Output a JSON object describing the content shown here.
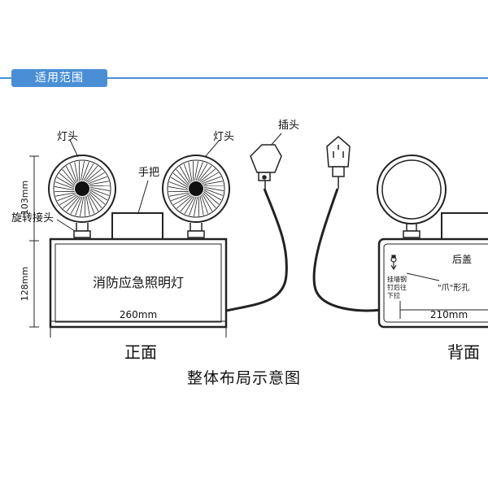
{
  "header": {
    "tab_label": "适用范围"
  },
  "front": {
    "lamp_head_label_left": "灯头",
    "lamp_head_label_right": "灯头",
    "handle_label": "手把",
    "rotating_joint_label": "旋转接头",
    "body_text": "消防应急照明灯",
    "dim_height_top": "103mm",
    "dim_height_bottom": "128mm",
    "dim_width": "260mm",
    "view_label": "正面"
  },
  "plugs": {
    "plug_label": "插头"
  },
  "back": {
    "cover_label": "后盖",
    "claw_hole_label": "\"爪\"形孔",
    "hook_note_line1": "挂墙钢",
    "hook_note_line2": "钉后往",
    "hook_note_line3": "下拉",
    "dim_width": "210mm",
    "view_label": "背面"
  },
  "caption": "整体布局示意图",
  "colors": {
    "accent": "#4a8fd6",
    "stroke": "#222222"
  }
}
